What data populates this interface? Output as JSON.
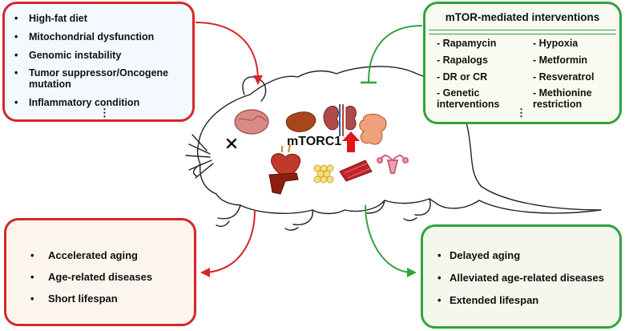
{
  "causes": {
    "items": [
      {
        "bullet": "•",
        "text": "High-fat diet"
      },
      {
        "bullet": "•",
        "text": "Mitochondrial dysfunction"
      },
      {
        "bullet": "•",
        "text": "Genomic instability"
      },
      {
        "bullet": "•",
        "text": "Tumor suppressor/Oncogene mutation"
      },
      {
        "bullet": "•",
        "text": "Inflammatory condition"
      }
    ],
    "ellipsis": "⋮"
  },
  "interventions": {
    "title": "mTOR-mediated interventions",
    "left": [
      "- Rapamycin",
      "- Rapalogs",
      "- DR or CR",
      "- Genetic interventions"
    ],
    "right": [
      "- Hypoxia",
      "- Metformin",
      "- Resveratrol",
      "- Methionine restriction"
    ],
    "ellipsis": "⋮"
  },
  "center": {
    "label": "mTORC1"
  },
  "outcomes_bad": {
    "items": [
      "Accelerated aging",
      "Age-related diseases",
      "Short lifespan"
    ],
    "bullet": "•"
  },
  "outcomes_good": {
    "items": [
      "Delayed aging",
      "Alleviated age-related diseases",
      "Extended lifespan"
    ],
    "bullet": "•"
  },
  "colors": {
    "red": "#d7262a",
    "green": "#2fa43b"
  }
}
